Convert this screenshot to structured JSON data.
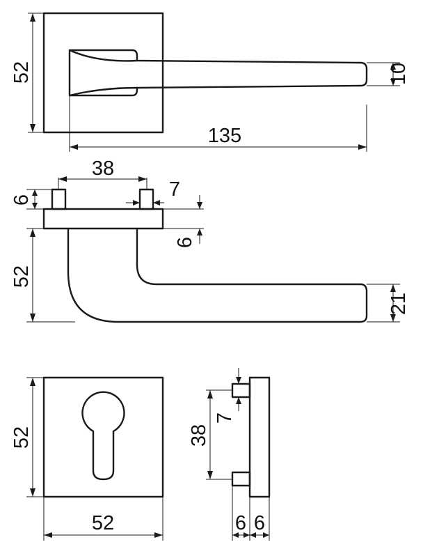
{
  "views": {
    "top": {
      "rose_size": "52",
      "lever_length": "135",
      "lever_thickness": "10"
    },
    "side": {
      "pin_spacing": "38",
      "pin_height": "6",
      "pin_width": "7",
      "rose_thickness": "6",
      "lever_drop": "52",
      "lever_height": "21"
    },
    "escutcheon_front": {
      "width": "52",
      "height": "52"
    },
    "escutcheon_side": {
      "pin_spacing": "38",
      "pin_width": "7",
      "pin_depth": "6",
      "plate_depth": "6"
    }
  },
  "colors": {
    "line": "#1a1a1a",
    "text": "#111111",
    "background": "#ffffff"
  }
}
